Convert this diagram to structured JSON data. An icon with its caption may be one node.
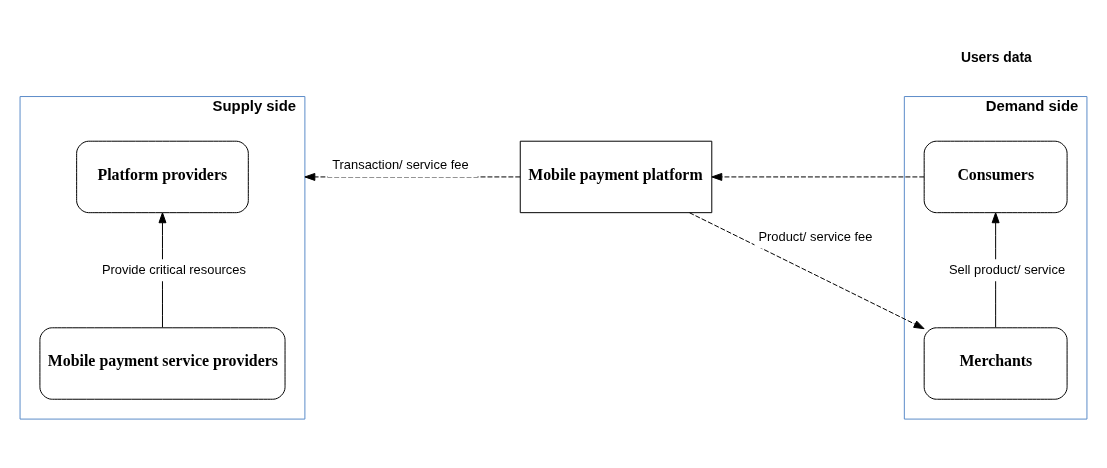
{
  "diagram": {
    "nodes": [
      {
        "text": [
          "Supply side"
        ]
      },
      {
        "text": [
          "Platform providers"
        ],
        "in": 0
      },
      {
        "text": [
          "Mobile payment service providers"
        ],
        "in": 0
      },
      {
        "text": [
          "Mobile payment platform"
        ]
      },
      {
        "text": [
          "Demand side"
        ]
      },
      {
        "text": [
          "Merchants"
        ],
        "in": 4
      },
      {
        "text": [
          "Consumers"
        ],
        "in": 4
      }
    ],
    "edges": [
      {
        "from": 2,
        "to": 1,
        "arrow": "to",
        "label": "Provide critical resources"
      },
      {
        "from": 3,
        "to": 0,
        "arrow": "to",
        "style": "dashed",
        "label": "Transaction/ service fee"
      },
      {
        "from": 3,
        "to": 5,
        "arrow": "to",
        "style": "dashed",
        "label": "Product/ service fee"
      },
      {
        "from": 5,
        "to": 6,
        "arrow": "to",
        "label": "Sell product/ service"
      },
      {
        "from": 6,
        "to": 3,
        "arrow": "to",
        "style": "dashed"
      }
    ],
    "labels": [
      "Users data"
    ]
  }
}
